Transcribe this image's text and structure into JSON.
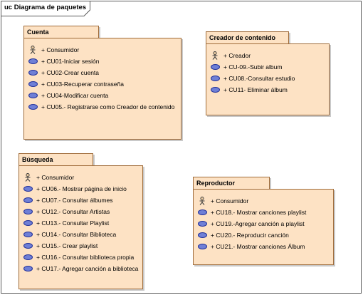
{
  "frame": {
    "title": "uc Diagrama de paquetes"
  },
  "packages": [
    {
      "id": "cuenta",
      "name": "Cuenta",
      "items": [
        {
          "kind": "actor",
          "icon": "actor-icon",
          "text": "+ Consumidor"
        },
        {
          "kind": "usecase",
          "icon": "use-case-icon",
          "text": "+ CU01-Iniciar sesión"
        },
        {
          "kind": "usecase",
          "icon": "use-case-icon",
          "text": "+ CU02-Crear cuenta"
        },
        {
          "kind": "usecase",
          "icon": "use-case-icon",
          "text": "+ CU03-Recuperar contraseña"
        },
        {
          "kind": "usecase",
          "icon": "use-case-icon",
          "text": "+ CU04-Modificar cuenta"
        },
        {
          "kind": "usecase",
          "icon": "use-case-icon",
          "text": "+ CU05.- Registrarse como Creador de contenido"
        }
      ]
    },
    {
      "id": "creador",
      "name": "Creador de contenido",
      "items": [
        {
          "kind": "actor",
          "icon": "actor-icon",
          "text": "+ Creador"
        },
        {
          "kind": "usecase",
          "icon": "use-case-icon",
          "text": "+ CU-09.-Subir album"
        },
        {
          "kind": "usecase",
          "icon": "use-case-icon",
          "text": "+ CU08.-Consultar estudio"
        },
        {
          "kind": "usecase",
          "icon": "use-case-icon",
          "text": "+ CU11- Eliminar álbum"
        }
      ]
    },
    {
      "id": "busqueda",
      "name": "Búsqueda",
      "items": [
        {
          "kind": "actor",
          "icon": "actor-icon",
          "text": "+ Consumidor"
        },
        {
          "kind": "usecase",
          "icon": "use-case-icon",
          "text": "+ CU06.- Mostrar página de inicio"
        },
        {
          "kind": "usecase",
          "icon": "use-case-icon",
          "text": "+ CU07.- Consultar álbumes"
        },
        {
          "kind": "usecase",
          "icon": "use-case-icon",
          "text": "+ CU12.- Consultar Artistas"
        },
        {
          "kind": "usecase",
          "icon": "use-case-icon",
          "text": "+ CU13.- Consultar Playlist"
        },
        {
          "kind": "usecase",
          "icon": "use-case-icon",
          "text": "+ CU14.- Consultar Biblioteca"
        },
        {
          "kind": "usecase",
          "icon": "use-case-icon",
          "text": "+ CU15.- Crear playlist"
        },
        {
          "kind": "usecase",
          "icon": "use-case-icon",
          "text": "+ CU16.- Consultar biblioteca propia"
        },
        {
          "kind": "usecase",
          "icon": "use-case-icon",
          "text": "+ CU17.- Agregar canción a biblioteca"
        }
      ]
    },
    {
      "id": "reproductor",
      "name": "Reproductor",
      "items": [
        {
          "kind": "actor",
          "icon": "actor-icon",
          "text": "+ Consumidor"
        },
        {
          "kind": "usecase",
          "icon": "use-case-icon",
          "text": "+ CU18.- Mostrar canciones playlist"
        },
        {
          "kind": "usecase",
          "icon": "use-case-icon",
          "text": "+ CU19.-Agregar canción a playlist"
        },
        {
          "kind": "usecase",
          "icon": "use-case-icon",
          "text": "+ CU20.- Reproducir canción"
        },
        {
          "kind": "usecase",
          "icon": "use-case-icon",
          "text": "+ CU21.- Mostrar canciones Álbum"
        }
      ]
    }
  ]
}
